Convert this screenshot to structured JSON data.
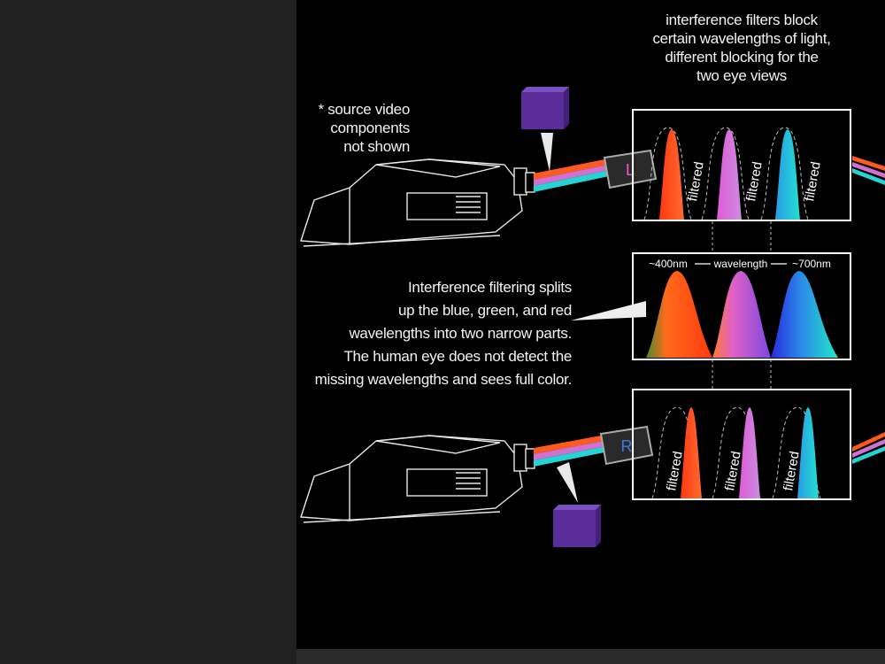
{
  "labels": {
    "filters_caption": [
      "interference filters block",
      "certain wavelengths of light,",
      "different blocking for the",
      "two eye views"
    ],
    "source_note": [
      "* source video",
      "components",
      "not shown"
    ],
    "split_caption": [
      "Interference filtering splits",
      "up the blue, green, and red",
      "wavelengths into two narrow parts.",
      "The human eye does not detect the",
      "missing wavelengths and sees full color."
    ],
    "filtered": "filtered",
    "left_eye": "L",
    "right_eye": "R",
    "wl_min": "~400nm",
    "wl_axis": "wavelength",
    "wl_max": "~700nm"
  },
  "colors": {
    "background": "#000000",
    "outside": "#212121",
    "red": "#ff4a1c",
    "magenta": "#d46fd6",
    "cyan": "#21d4d4",
    "purple_cube": "#5a2d9a"
  }
}
